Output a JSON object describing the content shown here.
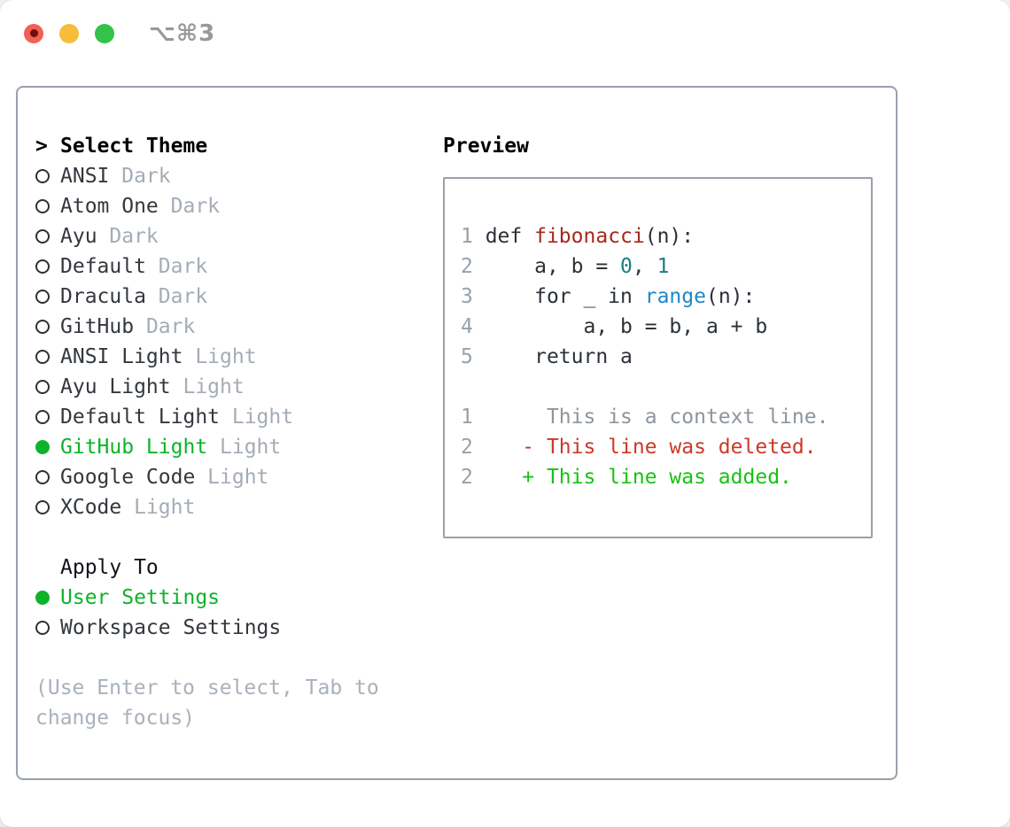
{
  "window": {
    "shortcut": "⌥⌘3"
  },
  "theme_picker": {
    "title_prefix": ">",
    "title": "Select Theme",
    "themes": [
      {
        "name": "ANSI",
        "variant": "Dark",
        "selected": false
      },
      {
        "name": "Atom One",
        "variant": "Dark",
        "selected": false
      },
      {
        "name": "Ayu",
        "variant": "Dark",
        "selected": false
      },
      {
        "name": "Default",
        "variant": "Dark",
        "selected": false
      },
      {
        "name": "Dracula",
        "variant": "Dark",
        "selected": false
      },
      {
        "name": "GitHub",
        "variant": "Dark",
        "selected": false
      },
      {
        "name": "ANSI Light",
        "variant": "Light",
        "selected": false
      },
      {
        "name": "Ayu Light",
        "variant": "Light",
        "selected": false
      },
      {
        "name": "Default Light",
        "variant": "Light",
        "selected": false
      },
      {
        "name": "GitHub Light",
        "variant": "Light",
        "selected": true
      },
      {
        "name": "Google Code",
        "variant": "Light",
        "selected": false
      },
      {
        "name": "XCode",
        "variant": "Light",
        "selected": false
      }
    ],
    "apply_to": {
      "title": "Apply To",
      "options": [
        {
          "label": "User Settings",
          "selected": true
        },
        {
          "label": "Workspace Settings",
          "selected": false
        }
      ]
    },
    "help": "(Use Enter to select, Tab to change focus)"
  },
  "preview": {
    "title": "Preview",
    "code_lines": [
      {
        "num": "1",
        "spans": [
          {
            "t": " def ",
            "c": "code"
          },
          {
            "t": "fibonacci",
            "c": "func"
          },
          {
            "t": "(n):",
            "c": "code"
          }
        ]
      },
      {
        "num": "2",
        "spans": [
          {
            "t": "     a, b = ",
            "c": "code"
          },
          {
            "t": "0",
            "c": "num"
          },
          {
            "t": ", ",
            "c": "code"
          },
          {
            "t": "1",
            "c": "num"
          }
        ]
      },
      {
        "num": "3",
        "spans": [
          {
            "t": "     for _ in ",
            "c": "code"
          },
          {
            "t": "range",
            "c": "builtin"
          },
          {
            "t": "(n):",
            "c": "code"
          }
        ]
      },
      {
        "num": "4",
        "spans": [
          {
            "t": "         a, b = b, a + b",
            "c": "code"
          }
        ]
      },
      {
        "num": "5",
        "spans": [
          {
            "t": "     return a",
            "c": "code"
          }
        ]
      },
      {
        "num": "",
        "spans": []
      },
      {
        "num": "1",
        "spans": [
          {
            "t": "      This is a context line.",
            "c": "context"
          }
        ]
      },
      {
        "num": "2",
        "spans": [
          {
            "t": "    - This line was deleted.",
            "c": "deleted"
          }
        ]
      },
      {
        "num": "2",
        "spans": [
          {
            "t": "    + This line was added.",
            "c": "added"
          }
        ]
      }
    ]
  },
  "colors": {
    "accent-green": "#0db32a",
    "added-green": "#17c214",
    "deleted-red": "#cc382a",
    "func-red": "#a5281d",
    "num-teal": "#197e82",
    "builtin-blue": "#1b89c8",
    "border-gray": "#99a1ab"
  }
}
